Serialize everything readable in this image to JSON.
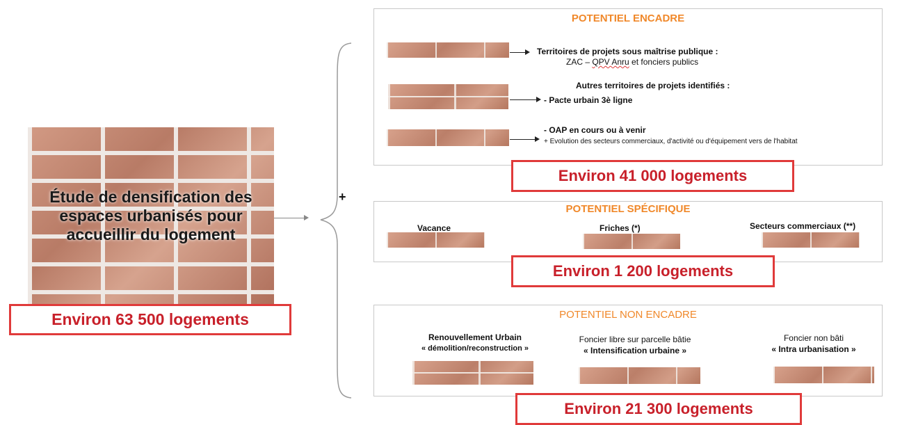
{
  "main": {
    "text_line1": "Étude de densification des",
    "text_line2": "espaces urbanisés pour",
    "text_line3": "accueillir du logement",
    "total": "Environ 63 500 logements"
  },
  "plus_sign": "+",
  "encadre": {
    "title": "POTENTIEL ENCADRE",
    "item1_line1": "Territoires de projets sous maîtrise publique :",
    "item1_line2_a": "ZAC – ",
    "item1_line2_b": "QPV Anru",
    "item1_line2_c": " et fonciers publics",
    "item2_line1": "Autres territoires de projets identifiés :",
    "item2_line2": "- Pacte urbain 3è ligne",
    "item3_line1": "- OAP en cours ou à venir",
    "item3_line2": "+ Evolution des secteurs commerciaux,  d'activité  ou d'équipement vers de l'habitat",
    "total": "Environ 41 000 logements"
  },
  "specifique": {
    "title": "POTENTIEL SPÉCIFIQUE",
    "label1": "Vacance",
    "label2": "Friches (*)",
    "label3": "Secteurs commerciaux (**)",
    "total": "Environ 1 200 logements"
  },
  "non_encadre": {
    "title": "POTENTIEL  NON ENCADRE",
    "col1_line1": "Renouvellement Urbain",
    "col1_line2": "« démolition/reconstruction »",
    "col2_line1": "Foncier libre sur parcelle bâtie",
    "col2_line2": "« Intensification urbaine »",
    "col3_line1": "Foncier non bâti",
    "col3_line2": "« Intra urbanisation »",
    "total": "Environ 21 300 logements"
  },
  "colors": {
    "accent_orange": "#f0882a",
    "box_red": "#e03a3a",
    "text_red": "#c8202a"
  }
}
